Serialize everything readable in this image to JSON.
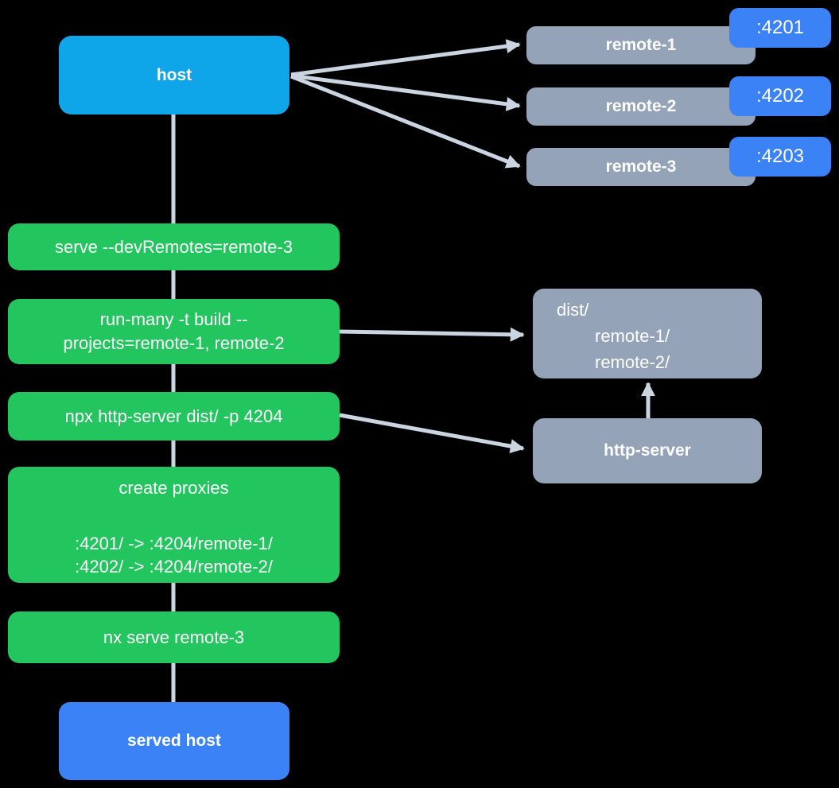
{
  "colors": {
    "background": "#000000",
    "host_node": "#0EA5E9",
    "command_node": "#22C55E",
    "remote_node": "#94A3B8",
    "port_badge": "#3B82F6",
    "served_host_node": "#3B82F6",
    "arrow": "#CBD5E1",
    "text": "#FFFFFF"
  },
  "host": {
    "label": "host"
  },
  "remotes": [
    {
      "label": "remote-1",
      "port": ":4201"
    },
    {
      "label": "remote-2",
      "port": ":4202"
    },
    {
      "label": "remote-3",
      "port": ":4203"
    }
  ],
  "commands": [
    {
      "lines": [
        "serve --devRemotes=remote-3"
      ]
    },
    {
      "lines": [
        "run-many -t build --",
        "projects=remote-1, remote-2"
      ]
    },
    {
      "lines": [
        "npx http-server dist/ -p 4204"
      ]
    },
    {
      "title": "create proxies",
      "rules": [
        ":4201/ -> :4204/remote-1/",
        ":4202/ -> :4204/remote-2/"
      ]
    },
    {
      "lines": [
        "nx serve remote-3"
      ]
    }
  ],
  "dist": {
    "lines": [
      "dist/",
      "remote-1/",
      "remote-2/"
    ]
  },
  "http_server": {
    "label": "http-server"
  },
  "served_host": {
    "label": "served host"
  }
}
